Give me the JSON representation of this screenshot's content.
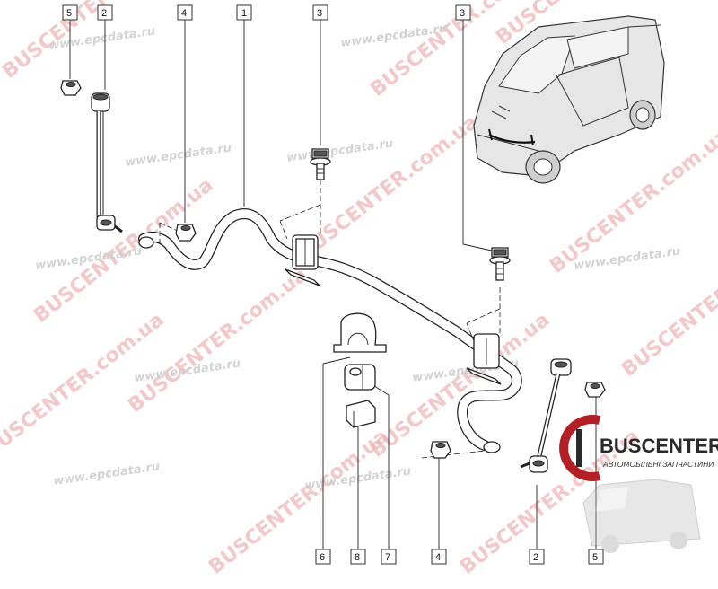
{
  "watermarks": {
    "brand": "BUSCENTER.com.ua",
    "site": "www.epcdata.ru"
  },
  "callouts": {
    "top": [
      "5",
      "2",
      "4",
      "1",
      "3",
      "3"
    ],
    "bottom": [
      "6",
      "8",
      "7",
      "4",
      "2",
      "5"
    ]
  },
  "logo": {
    "name": "BUSCENTER",
    "tagline": "АВТОМОБІЛЬНІ ЗАПЧАСТИНИ"
  },
  "colors": {
    "accent_red": "#b31f24",
    "watermark_pink": "#f1b6b6"
  }
}
